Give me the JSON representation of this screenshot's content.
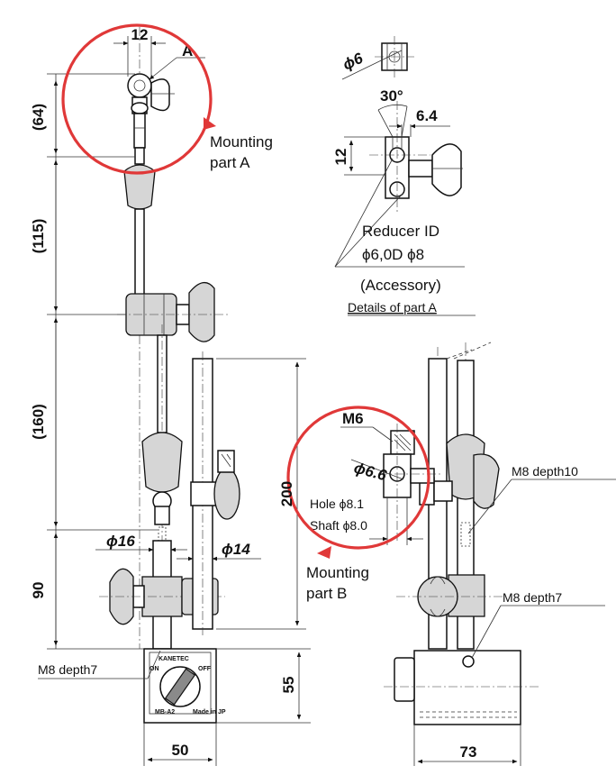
{
  "dimensions": {
    "d12_top": "12",
    "d64": "(64)",
    "d115": "(115)",
    "d160": "(160)",
    "d90": "90",
    "d55": "55",
    "d50": "50",
    "d73": "73",
    "d200": "200",
    "phi16": "ϕ16",
    "phi14": "ϕ14",
    "phi6": "ϕ6",
    "angle30": "30°",
    "d6_4": "6.4",
    "d12_detail": "12",
    "phi6_6": "ϕ6.6"
  },
  "labels": {
    "part_a_letter": "A",
    "mounting_a_line1": "Mounting",
    "mounting_a_line2": "part A",
    "mounting_b_line1": "Mounting",
    "mounting_b_line2": "part B",
    "reducer_line1": "Reducer ID",
    "reducer_line2": "ϕ6,0D ϕ8",
    "reducer_line3": "(Accessory)",
    "details_caption": "Details of part A",
    "m6": "M6",
    "hole": "Hole ϕ8.1",
    "shaft": "Shaft ϕ8.0",
    "m8_depth10": "M8 depth10",
    "m8_depth7_right": "M8 depth7",
    "m8_depth7_left": "M8 depth7"
  },
  "base_plate": {
    "brand": "KANETEC",
    "on": "ON",
    "off": "OFF",
    "model": "MB-A2",
    "note": "Made in JP"
  },
  "colors": {
    "highlight_circle": "#e03838",
    "line": "#222222"
  }
}
